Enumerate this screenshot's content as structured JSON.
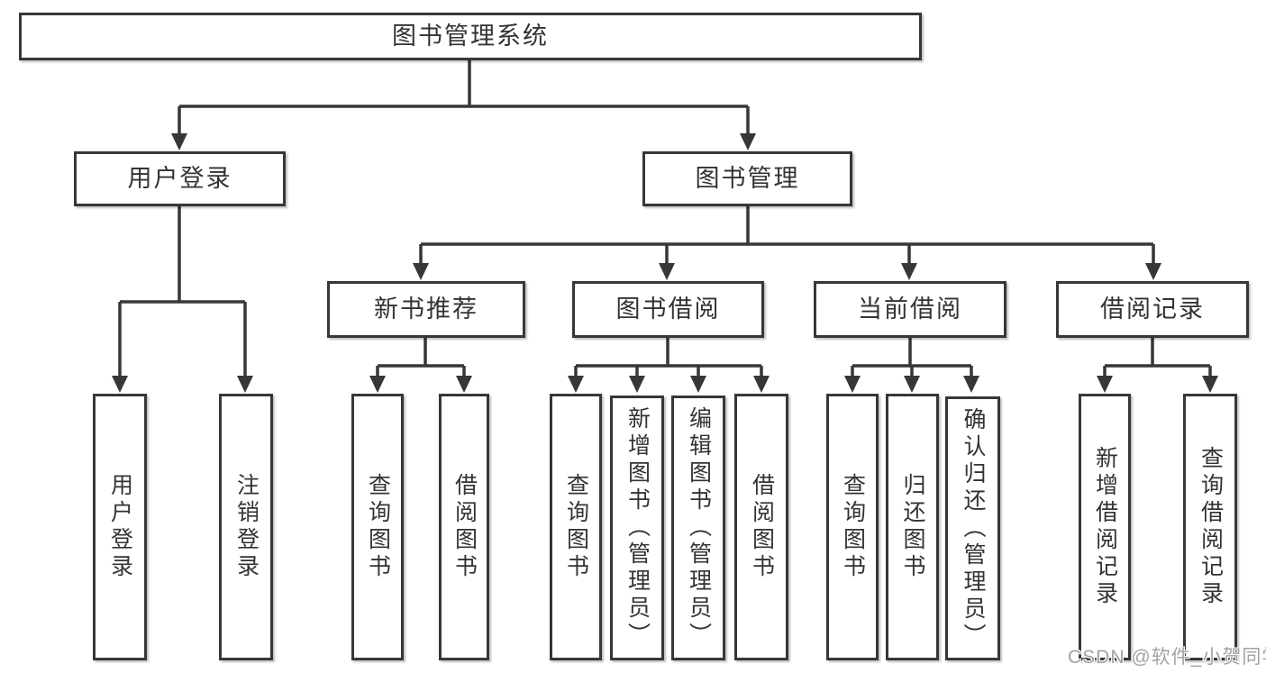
{
  "diagram": {
    "title": "图书管理系统",
    "tree": {
      "root": {
        "label": "图书管理系统"
      },
      "branches": [
        {
          "label": "用户登录",
          "children": [
            {
              "label": "用户登录"
            },
            {
              "label": "注销登录"
            }
          ]
        },
        {
          "label": "图书管理",
          "children": [
            {
              "label": "新书推荐",
              "children": [
                {
                  "label": "查询图书"
                },
                {
                  "label": "借阅图书"
                }
              ]
            },
            {
              "label": "图书借阅",
              "children": [
                {
                  "label": "查询图书"
                },
                {
                  "label": "新增图书（管理员）"
                },
                {
                  "label": "编辑图书（管理员）"
                },
                {
                  "label": "借阅图书"
                }
              ]
            },
            {
              "label": "当前借阅",
              "children": [
                {
                  "label": "查询图书"
                },
                {
                  "label": "归还图书"
                },
                {
                  "label": "确认归还（管理员）"
                }
              ]
            },
            {
              "label": "借阅记录",
              "children": [
                {
                  "label": "新增借阅记录"
                },
                {
                  "label": "查询借阅记录"
                }
              ]
            }
          ]
        }
      ]
    },
    "watermark": "CSDN @软件_小贺同学",
    "colors": {
      "line": "#373737",
      "box_border": "#373737",
      "box_fill": "#ffffff",
      "text": "#333333",
      "watermark": "#a2a2a2",
      "background": "#ffffff"
    }
  }
}
